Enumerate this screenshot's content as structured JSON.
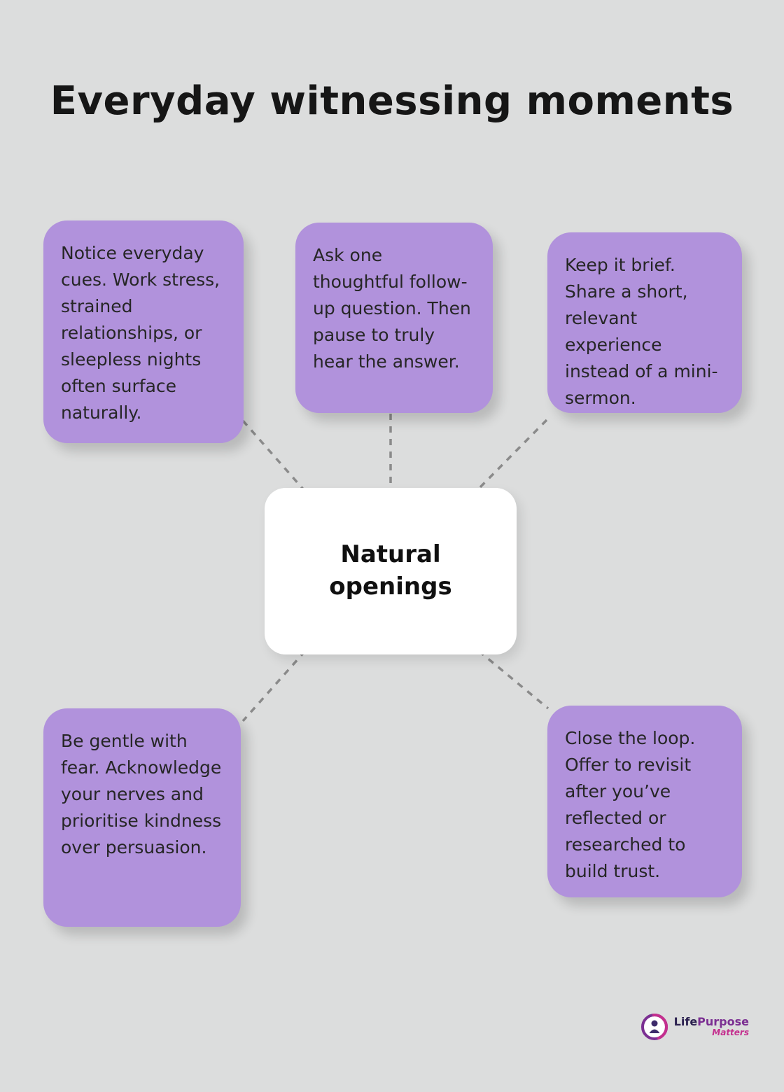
{
  "title": "Everyday witnessing moments",
  "center": {
    "label": "Natural openings"
  },
  "nodes": [
    {
      "text": "Notice everyday cues. Work stress, strained relationships, or sleepless nights often surface naturally."
    },
    {
      "text": "Ask one thoughtful follow-up question. Then pause to truly hear the answer."
    },
    {
      "text": "Keep it brief. Share a short, relevant experience instead of a mini-sermon."
    },
    {
      "text": "Be gentle with fear. Acknowledge your nerves and prioritise kindness over persuasion."
    },
    {
      "text": "Close the loop. Offer to revisit after you’ve reflected or researched to build trust."
    }
  ],
  "logo": {
    "brand_part1": "Life",
    "brand_part2": "Purpose",
    "tagline": "Matters"
  },
  "colors": {
    "background": "#dcdddd",
    "node_fill": "#b192dc",
    "center_fill": "#ffffff",
    "connector": "#8a8a8a",
    "text": "#262626"
  }
}
